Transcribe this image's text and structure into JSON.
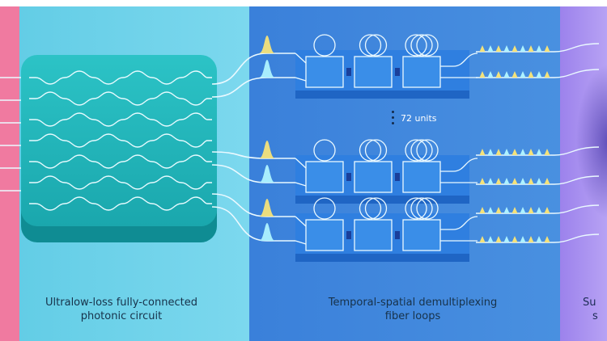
{
  "captions": {
    "circuit": {
      "line1": "Ultralow-loss fully-connected",
      "line2": "photonic circuit"
    },
    "loops": {
      "line1": "Temporal-spatial demultiplexing",
      "line2": "fiber loops"
    },
    "right": {
      "line1": "Su",
      "line2": "s"
    }
  },
  "units_label": "72 units",
  "colors": {
    "band_pink": "#f07aa0",
    "band_cyan": "#6fd3ea",
    "band_blue": "#3d86dc",
    "band_purple": "#a88ef0",
    "chip": "#20b6bb",
    "module": "#2f7fe0",
    "pulse_yellow": "#f4e27a",
    "pulse_cyan": "#aef2ff"
  },
  "modules": [
    {
      "loops": [
        1,
        2,
        3
      ]
    },
    {
      "loops": [
        1,
        2,
        3
      ]
    },
    {
      "loops": [
        1,
        2,
        3
      ]
    }
  ]
}
